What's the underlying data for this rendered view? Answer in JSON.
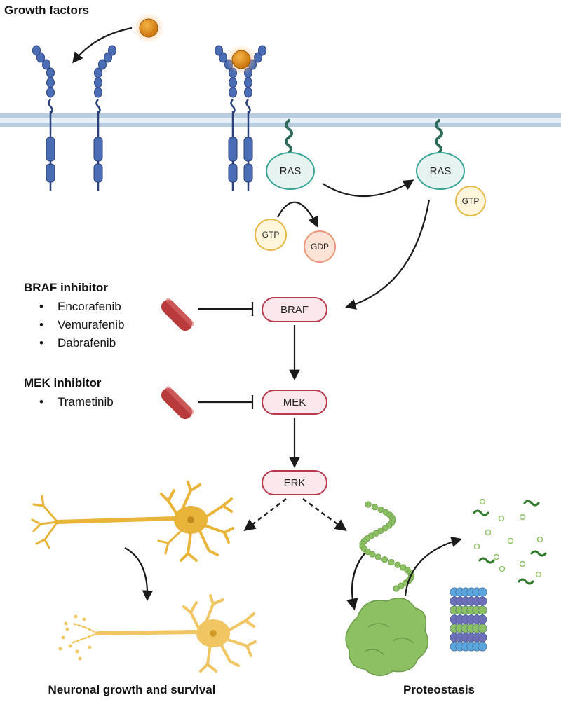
{
  "labels": {
    "growth_factors": "Growth factors",
    "braf_inhibitor_title": "BRAF inhibitor",
    "braf_drugs": [
      "Encorafenib",
      "Vemurafenib",
      "Dabrafenib"
    ],
    "mek_inhibitor_title": "MEK inhibitor",
    "mek_drugs": [
      "Trametinib"
    ],
    "neuronal": "Neuronal growth and survival",
    "proteostasis": "Proteostasis"
  },
  "nodes": {
    "ras_inactive": "RAS",
    "ras_active": "RAS",
    "gtp_bound": "GTP",
    "gtp": "GTP",
    "gdp": "GDP",
    "braf": "BRAF",
    "mek": "MEK",
    "erk": "ERK"
  },
  "bullet": "•",
  "colors": {
    "membrane": "#b9cde0",
    "receptor": "#4a6db5",
    "receptor_dark": "#2b3f79",
    "ras_fill": "#e6f3f1",
    "ras_stroke": "#3aa396",
    "gtp_fill": "#fff6dc",
    "gtp_stroke": "#e8b847",
    "gdp_fill": "#fde3d6",
    "gdp_stroke": "#e59a78",
    "kinase_fill": "#fbe7ec",
    "kinase_stroke": "#b8394e",
    "pill": "#b83a3a",
    "ligand": "#e3930f",
    "neuron": "#e8b53a",
    "protein_green": "#8cc063",
    "proteasome_blue": "#5aa6dc",
    "proteasome_purple": "#6f6fb9"
  }
}
